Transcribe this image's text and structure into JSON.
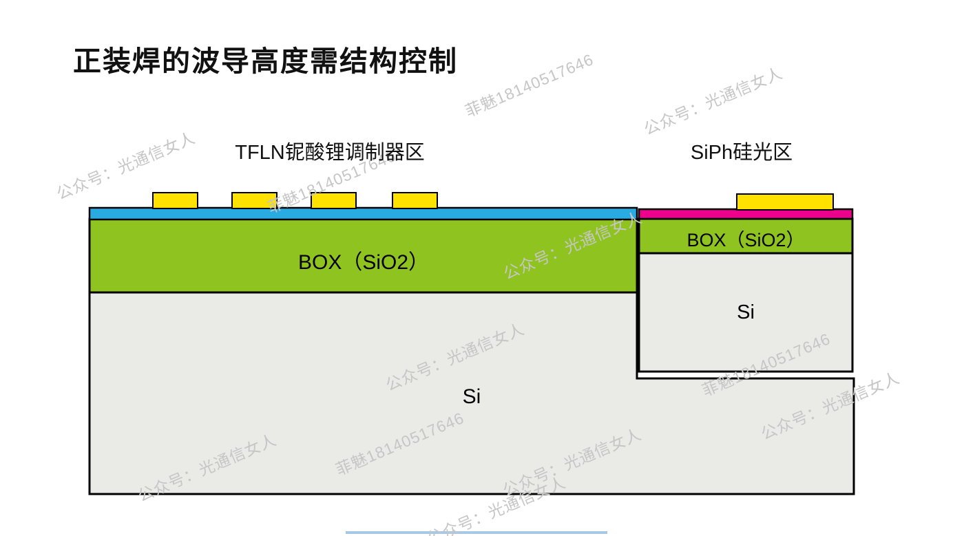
{
  "slide": {
    "title": "正装焊的波导高度需结构控制"
  },
  "regions": {
    "tfln_label": "TFLN铌酸锂调制器区",
    "siph_label": "SiPh硅光区"
  },
  "layers": {
    "tfln_box_label": "BOX（SiO2）",
    "tfln_substrate_label": "Si",
    "siph_box_label": "BOX（SiO2）",
    "siph_substrate_label": "Si"
  },
  "watermark": {
    "a": "公众号：光通信女人",
    "b": "菲魅18140517646"
  },
  "colors": {
    "title_text": "#111111",
    "outline": "#000000",
    "box_green": "#8fc31f",
    "ln_blue": "#29abe2",
    "siph_pink": "#ec008c",
    "electrode_yellow": "#ffe200",
    "substrate_gray": "#eaeae7",
    "watermark_gray": "#c6c6c6",
    "accent_line_blue": "#a8c8e8"
  }
}
